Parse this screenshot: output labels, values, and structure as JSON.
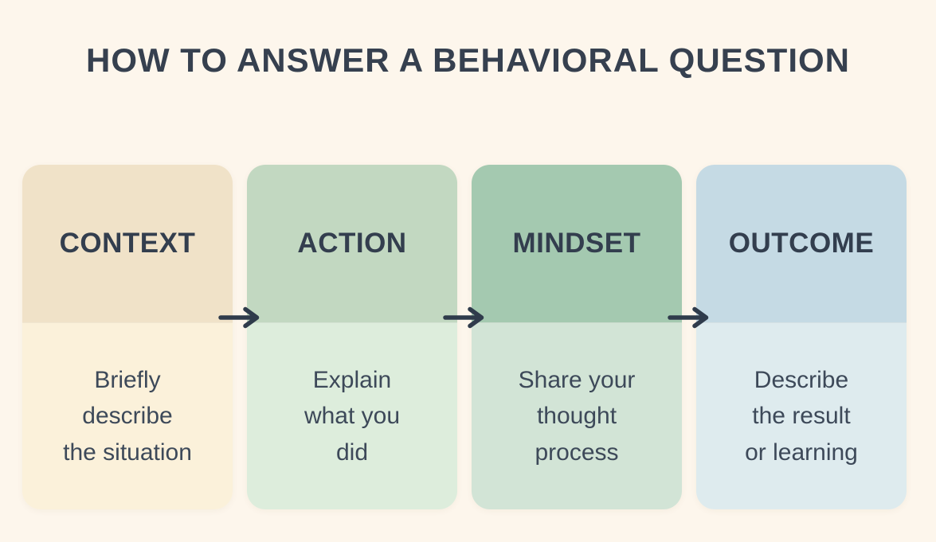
{
  "title": "HOW TO ANSWER A BEHAVIORAL QUESTION",
  "colors": {
    "background": "#fdf6ec",
    "title_text": "#36404f",
    "header_text": "#333e4e",
    "body_text": "#3d4959",
    "arrow": "#2f3b4b"
  },
  "icons": {
    "arrow": "→"
  },
  "steps": [
    {
      "label": "CONTEXT",
      "description": "Briefly\ndescribe\nthe situation",
      "colors": {
        "top": "#f0e2c8",
        "bottom": "#fbf1da"
      }
    },
    {
      "label": "ACTION",
      "description": "Explain\nwhat you\ndid",
      "colors": {
        "top": "#c2d8c1",
        "bottom": "#ddeddc"
      }
    },
    {
      "label": "MINDSET",
      "description": "Share your\nthought\nprocess",
      "colors": {
        "top": "#a4c9b0",
        "bottom": "#d2e4d6"
      }
    },
    {
      "label": "OUTCOME",
      "description": "Describe\nthe result\nor learning",
      "colors": {
        "top": "#c5dae4",
        "bottom": "#deebee"
      }
    }
  ]
}
